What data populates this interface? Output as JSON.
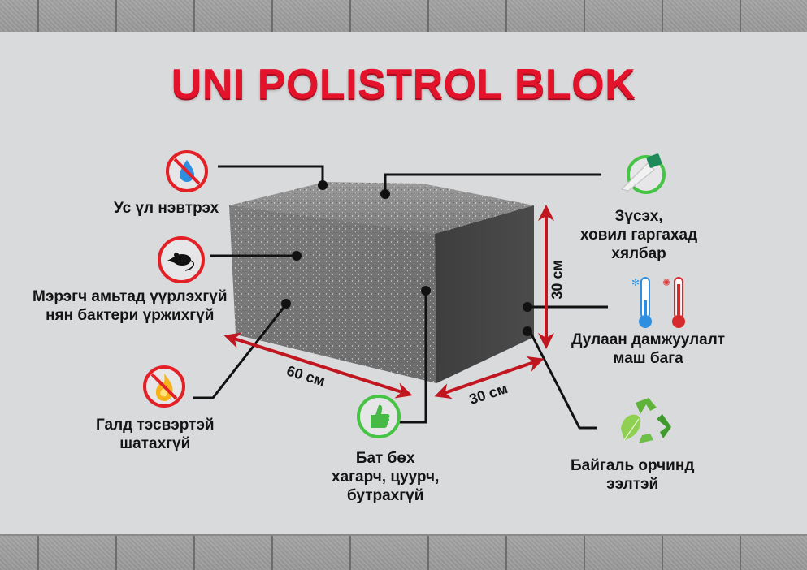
{
  "title": "UNI POLISTROL BLOK",
  "colors": {
    "title_red": "#e3132c",
    "prohibit_red": "#e32026",
    "ok_green": "#47c445",
    "dimension_red": "#c0161f",
    "background": "#d9dadc"
  },
  "features": [
    {
      "id": "waterproof",
      "icon": "no-water-icon",
      "lines": [
        "Ус үл нэвтрэх"
      ]
    },
    {
      "id": "pest",
      "icon": "no-rodent-icon",
      "lines": [
        "Мэрэгч амьтад үүрлэхгүй",
        "нян бактери үржихгүй"
      ]
    },
    {
      "id": "fire",
      "icon": "no-fire-icon",
      "lines": [
        "Галд тэсвэртэй",
        "шатахгүй"
      ]
    },
    {
      "id": "durable",
      "icon": "thumbs-up-icon",
      "lines": [
        "Бат бөх",
        "хагарч, цуурч,",
        "бутрахгүй"
      ]
    },
    {
      "id": "cutting",
      "icon": "saw-icon",
      "lines": [
        "Зүсэх,",
        "ховил гаргахад",
        "хялбар"
      ]
    },
    {
      "id": "thermal",
      "icon": "thermometers-icon",
      "lines": [
        "Дулаан дамжуулалт",
        "маш бага"
      ]
    },
    {
      "id": "eco",
      "icon": "recycle-leaf-icon",
      "lines": [
        "Байгаль орчинд",
        "ээлтэй"
      ]
    }
  ],
  "dimensions": {
    "length": "60 см",
    "width": "30 см",
    "height": "30 см"
  }
}
